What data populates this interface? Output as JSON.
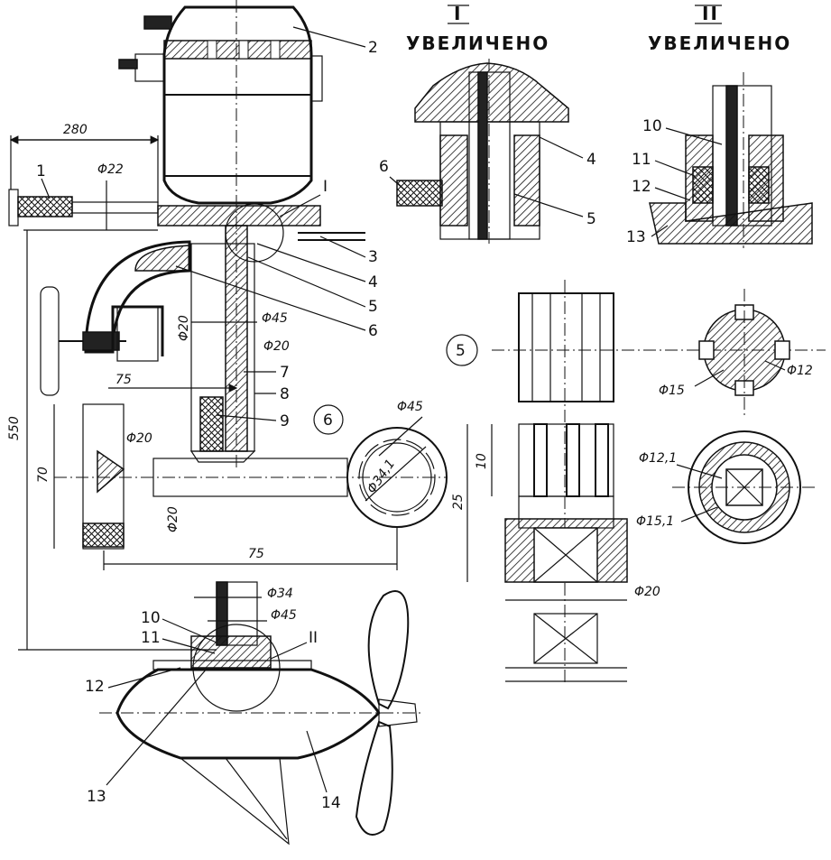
{
  "headers": {
    "detail_one_roman": "I",
    "detail_one_text": "УВЕЛИЧЕНО",
    "detail_two_roman": "II",
    "detail_two_text": "УВЕЛИЧЕНО"
  },
  "callouts": {
    "c1": "1",
    "c2": "2",
    "c3": "3",
    "c4": "4",
    "c5": "5",
    "c6": "6",
    "c7": "7",
    "c8": "8",
    "c9": "9",
    "c10": "10",
    "c11": "11",
    "c12": "12",
    "c13": "13",
    "c14": "14",
    "sec_I": "I",
    "sec_II": "II",
    "d1_4": "4",
    "d1_5": "5",
    "d1_6": "6",
    "d2_10": "10",
    "d2_11": "11",
    "d2_12": "12",
    "d2_13": "13",
    "part5": "5",
    "part6": "6"
  },
  "dimensions": {
    "d280": "280",
    "phi22": "Φ22",
    "d550": "550",
    "phi45_a": "Φ45",
    "phi20_a": "Φ20",
    "phi20_b": "Φ20",
    "d75_a": "75",
    "phi20_c": "Φ20",
    "d70": "70",
    "phi20_d": "Φ20",
    "d75_b": "75",
    "phi45_b": "Φ45",
    "phi34_1": "Φ34,1",
    "phi34": "Φ34",
    "phi45_c": "Φ45",
    "phi15": "Φ15",
    "phi12": "Φ12",
    "phi12_1": "Φ12,1",
    "phi15_1": "Φ15,1",
    "d10": "10",
    "d25": "25",
    "phi20_e": "Φ20"
  }
}
